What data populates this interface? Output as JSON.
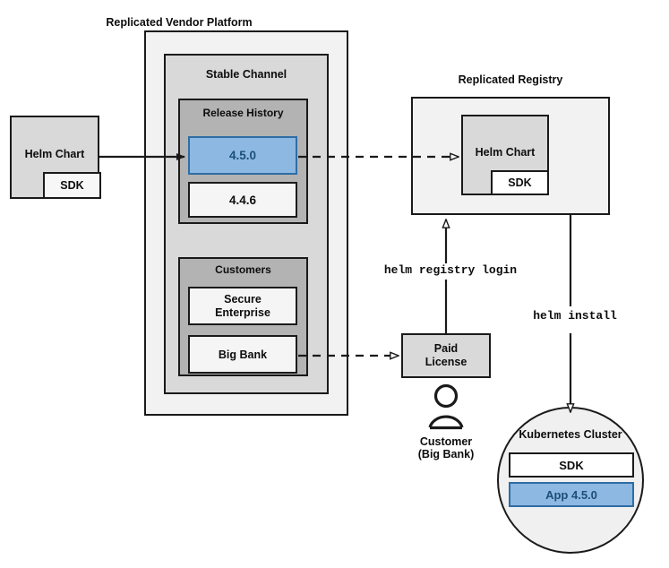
{
  "diagram": {
    "title_vendor_platform": "Replicated Vendor Platform",
    "title_registry": "Replicated Registry",
    "stable_channel": "Stable Channel",
    "release_history": "Release History",
    "customers": "Customers",
    "kubernetes_cluster": "Kubernetes Cluster"
  },
  "source_chart": {
    "name": "Helm Chart",
    "sdk": "SDK"
  },
  "releases": [
    {
      "version": "4.5.0",
      "highlighted": true
    },
    {
      "version": "4.4.6",
      "highlighted": false
    }
  ],
  "customer_list": [
    {
      "name": "Secure\nEnterprise"
    },
    {
      "name": "Big Bank"
    }
  ],
  "registry_chart": {
    "name": "Helm Chart",
    "sdk": "SDK"
  },
  "license": {
    "label": "Paid\nLicense"
  },
  "customer_actor": {
    "label": "Customer\n(Big Bank)",
    "icon": "person-icon"
  },
  "cluster": {
    "title": "Kubernetes Cluster",
    "items": [
      {
        "label": "SDK",
        "highlighted": false
      },
      {
        "label": "App 4.5.0",
        "highlighted": true
      }
    ]
  },
  "commands": {
    "registry_login": "helm registry login",
    "install": "helm install"
  },
  "colors": {
    "highlight_fill": "#8cb8e2",
    "highlight_border": "#2e6da4",
    "highlight_text": "#1c4f78",
    "outer_fill": "#f2f2f2",
    "mid_fill": "#d9d9d9",
    "inner_fill": "#b3b3b3",
    "box_fill": "#f5f5f5",
    "line": "#1a1a1a"
  }
}
